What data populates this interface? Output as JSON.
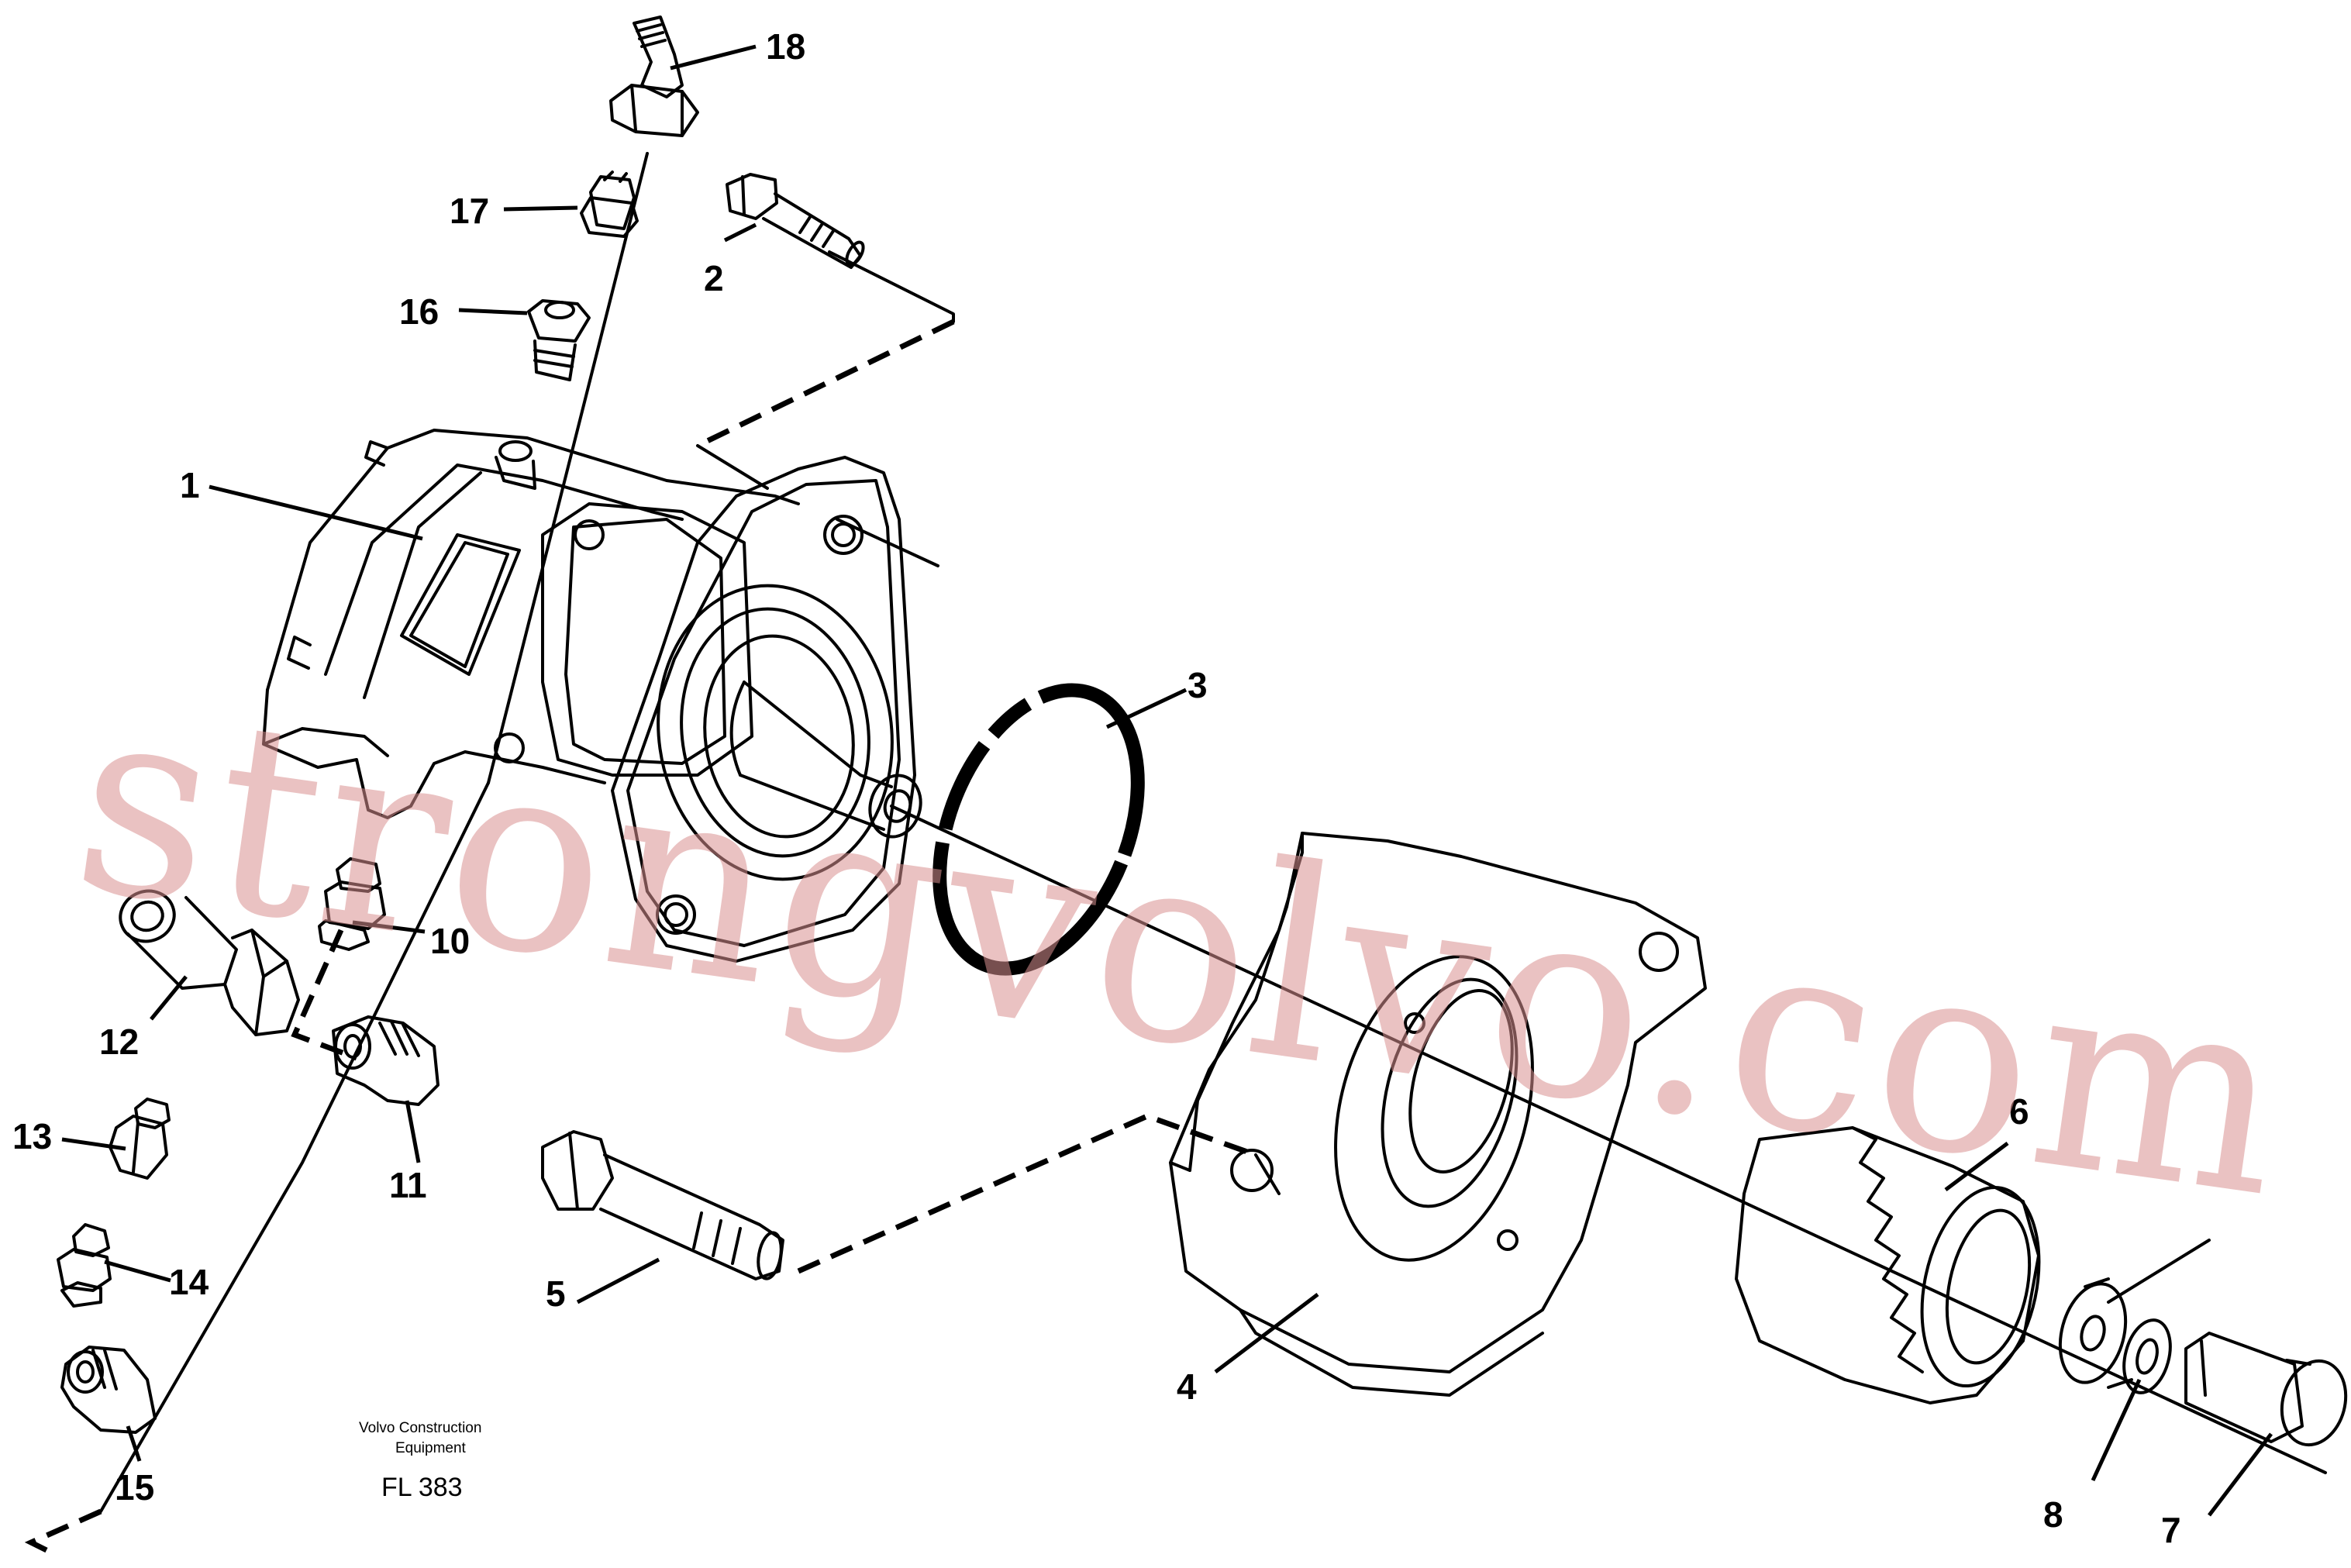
{
  "watermark": "strongvolvo.com",
  "caption": {
    "line1": "Volvo Construction",
    "line2": "Equipment",
    "figure_code": "FL 383"
  },
  "callouts": [
    "1",
    "2",
    "3",
    "4",
    "5",
    "6",
    "7",
    "8",
    "10",
    "11",
    "12",
    "13",
    "14",
    "15",
    "16",
    "17",
    "18"
  ]
}
